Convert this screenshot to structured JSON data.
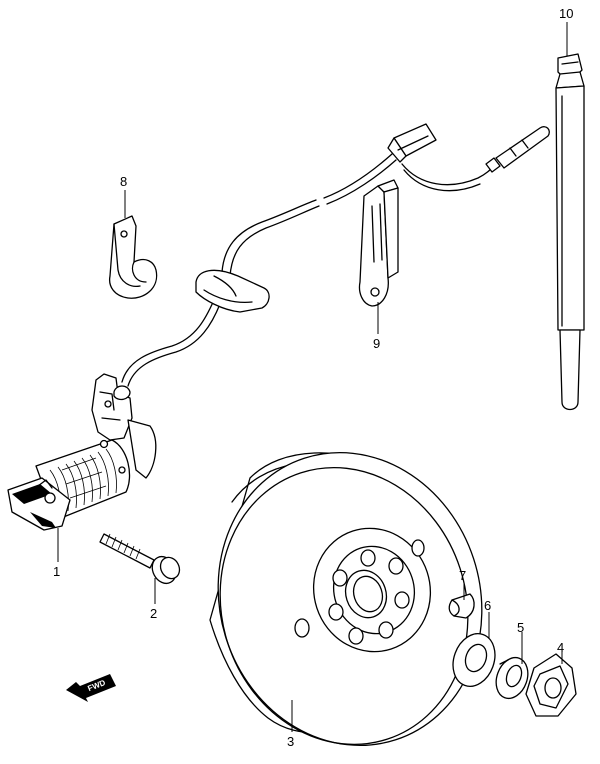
{
  "callouts": {
    "p1": "1",
    "p2": "2",
    "p3": "3",
    "p4": "4",
    "p5": "5",
    "p6": "6",
    "p7": "7",
    "p8": "8",
    "p9": "9",
    "p10": "10"
  },
  "fwd_label": "FWD"
}
